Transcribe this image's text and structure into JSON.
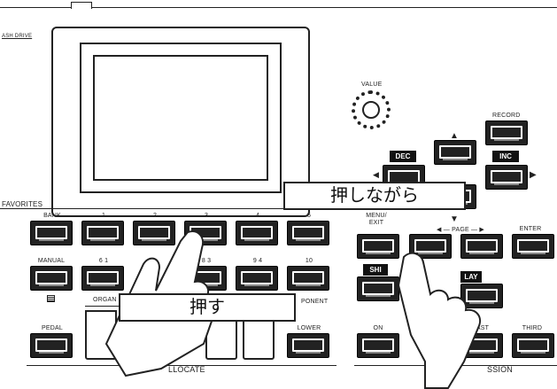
{
  "top": {
    "flash_drive": "ASH DRIVE"
  },
  "display": {},
  "value_knob": {
    "label": "VALUE"
  },
  "record": {
    "label": "RECORD"
  },
  "nav": {
    "dec": "DEC",
    "inc": "INC",
    "up_arrow": "▲",
    "down_arrow": "▼",
    "right_arrow": "▶",
    "left_arrow": "◀"
  },
  "favorites": {
    "title": "FAVORITES",
    "labels": [
      "BANK",
      "1",
      "2",
      "3",
      "4",
      "5"
    ]
  },
  "menu": {
    "menu_exit": "MENU/\nEXIT",
    "page": "◀ — PAGE — ▶",
    "enter": "ENTER"
  },
  "row2": {
    "manual": "MANUAL",
    "labels": [
      "6  1",
      "8  3",
      "9  4",
      "10"
    ]
  },
  "shift_tag": "SHI",
  "play_tag": "LAY",
  "organ_tab": "ORGAN",
  "component_tab": "PONENT",
  "bottom": {
    "pedal": "PEDAL",
    "lower": "LOWER",
    "allocate": "LLOCATE",
    "on": "ON",
    "fast": "FAST",
    "third": "THIRD",
    "ssion": "SSION"
  },
  "callouts": {
    "hold": "押しながら",
    "press": "押す"
  }
}
